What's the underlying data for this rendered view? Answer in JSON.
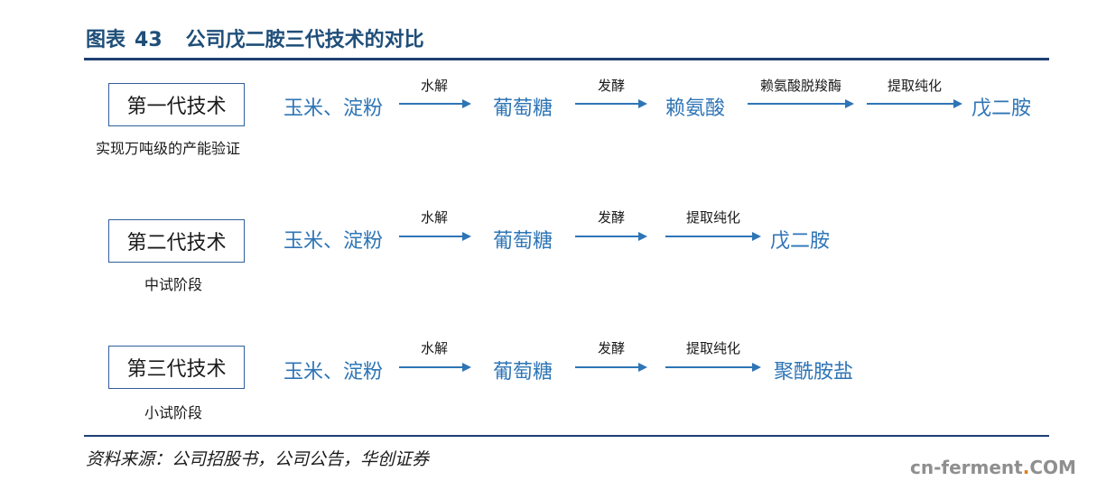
{
  "header": {
    "label": "图表",
    "number": "43",
    "text": "公司戊二胺三代技术的对比"
  },
  "generations": [
    {
      "name": "第一代技术",
      "stage": "实现万吨级的产能验证",
      "nodes": [
        "玉米、淀粉",
        "葡萄糖",
        "赖氨酸",
        "戊二胺"
      ],
      "steps": [
        "水解",
        "发酵",
        "赖氨酸脱羧酶",
        "提取纯化"
      ]
    },
    {
      "name": "第二代技术",
      "stage": "中试阶段",
      "nodes": [
        "玉米、淀粉",
        "葡萄糖",
        "戊二胺"
      ],
      "steps": [
        "水解",
        "发酵",
        "提取纯化"
      ]
    },
    {
      "name": "第三代技术",
      "stage": "小试阶段",
      "nodes": [
        "玉米、淀粉",
        "葡萄糖",
        "聚酰胺盐"
      ],
      "steps": [
        "水解",
        "发酵",
        "提取纯化"
      ]
    }
  ],
  "footer": {
    "source": "资料来源：公司招股书，公司公告，华创证券"
  },
  "watermark": {
    "prefix": "cn-ferment",
    "dot": ".",
    "suffix": "COM"
  },
  "colors": {
    "title": "#1f4e79",
    "rule": "#1f3f73",
    "node_text": "#2e75b6",
    "arrow": "#2e75b6",
    "box_border": "#2e5f99"
  }
}
